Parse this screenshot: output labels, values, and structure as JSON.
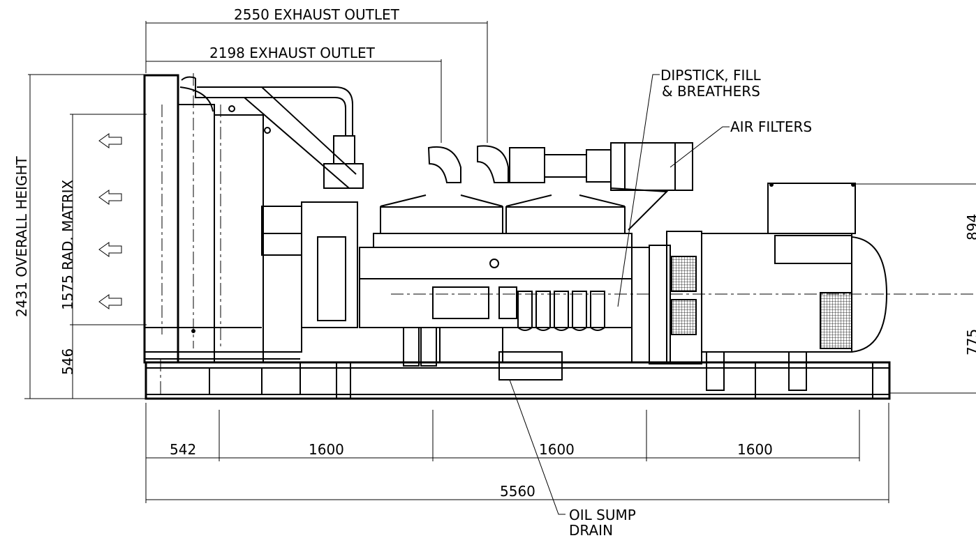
{
  "dimensions": {
    "exhaust_outlet_2550": "2550 EXHAUST OUTLET",
    "exhaust_outlet_2198": "2198 EXHAUST OUTLET",
    "overall_height": "2431 OVERALL HEIGHT",
    "rad_matrix": "1575 RAD. MATRIX",
    "base_height": "546",
    "seg_542": "542",
    "seg_1600_a": "1600",
    "seg_1600_b": "1600",
    "seg_1600_c": "1600",
    "overall_length": "5560",
    "right_partial_top": "894",
    "right_partial_bottom": "775"
  },
  "labels": {
    "dipstick_line1": "DIPSTICK, FILL",
    "dipstick_line2": "& BREATHERS",
    "air_filters": "AIR FILTERS",
    "oil_sump_line1": "OIL SUMP",
    "oil_sump_line2": "DRAIN"
  }
}
